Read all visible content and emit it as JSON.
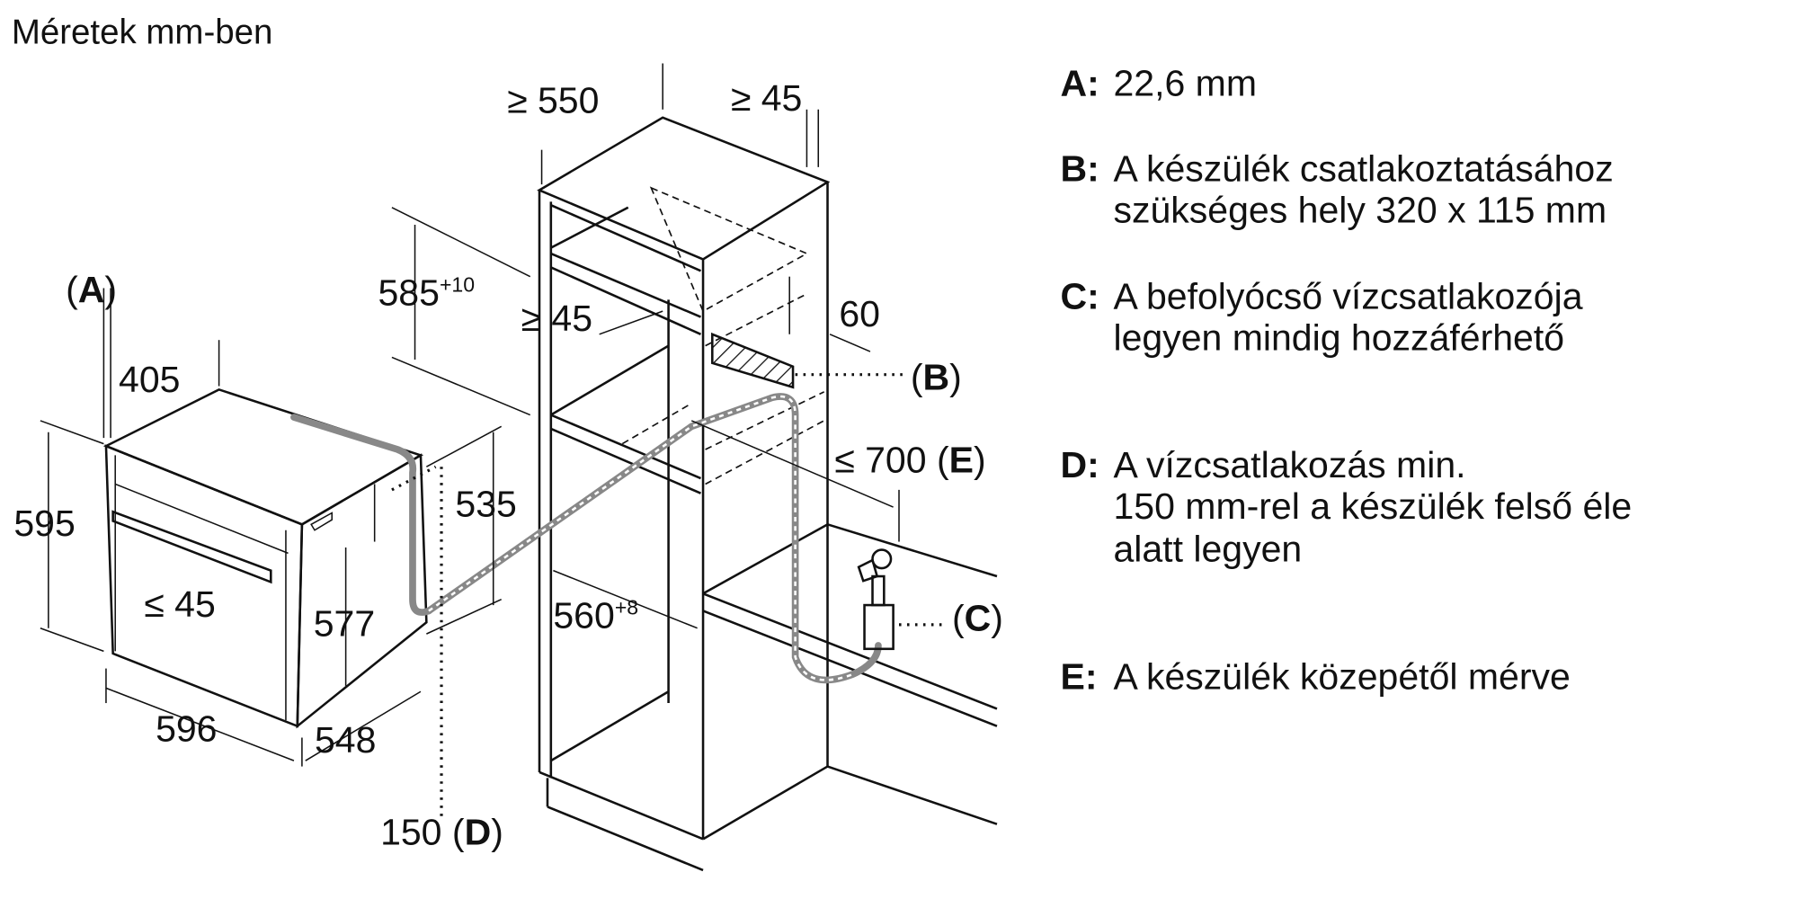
{
  "title": "Méretek mm-ben",
  "dimensions": {
    "cab_width": "≥ 550",
    "cab_back_gap": "≥ 45",
    "niche_height": "585",
    "niche_height_tol": "+10",
    "shelf_gap": "≥ 45",
    "side_60": "60",
    "label_b": "B",
    "label_a": "A",
    "d405": "405",
    "d595": "595",
    "d535": "535",
    "d700": "≤ 700",
    "label_e": "E",
    "handle_45": "≤ 45",
    "d577": "577",
    "niche_width": "560",
    "niche_width_tol": "+8",
    "label_c": "C",
    "d596": "596",
    "d548": "548",
    "d150": "150",
    "label_d": "D"
  },
  "legend": [
    {
      "key": "A:",
      "lines": [
        "22,6 mm"
      ]
    },
    {
      "key": "B:",
      "lines": [
        "A készülék csatlakoztatásához",
        "szükséges hely 320 x 115 mm"
      ]
    },
    {
      "key": "C:",
      "lines": [
        "A befolyócső vízcsatlakozója",
        "legyen mindig hozzáférhető"
      ]
    },
    {
      "key": "D:",
      "lines": [
        "A vízcsatlakozás min.",
        "150 mm-rel a készülék felső éle",
        "alatt legyen"
      ]
    },
    {
      "key": "E:",
      "lines": [
        "A készülék közepétől mérve"
      ]
    }
  ]
}
